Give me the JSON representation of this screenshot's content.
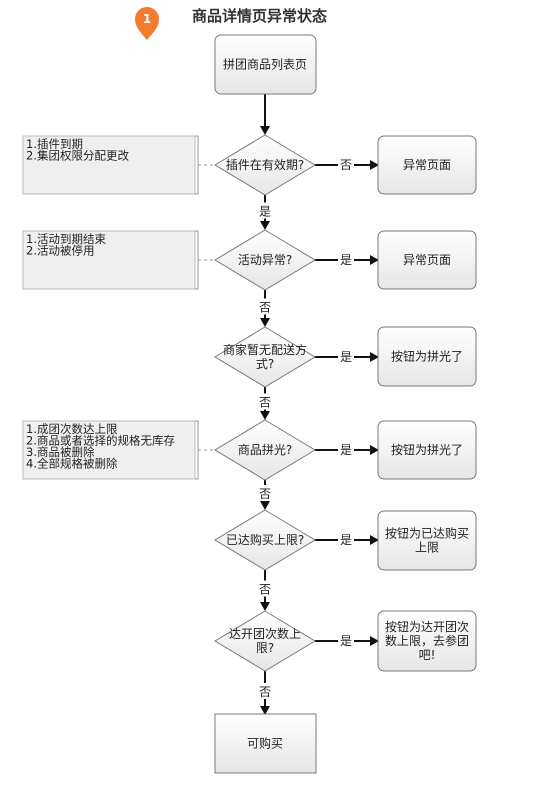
{
  "title": "商品详情页异常状态",
  "badge": "1",
  "colors": {
    "badge": "#F47B2C",
    "box_fill_top": "#FFFFFF",
    "box_fill_bottom": "#E6E6E6",
    "box_stroke": "#7A7A7A",
    "note_fill": "#EFEFEF",
    "arrow": "#111111"
  },
  "start": {
    "label": "拼团商品列表页"
  },
  "decisions": [
    {
      "lines": [
        "插件在有效期?"
      ],
      "right_label": "否",
      "down_label": "是",
      "result": [
        "异常页面"
      ]
    },
    {
      "lines": [
        "活动异常?"
      ],
      "right_label": "是",
      "down_label": "否",
      "result": [
        "异常页面"
      ]
    },
    {
      "lines": [
        "商家暂无配送方",
        "式?"
      ],
      "right_label": "是",
      "down_label": "否",
      "result": [
        "按钮为拼光了"
      ]
    },
    {
      "lines": [
        "商品拼光?"
      ],
      "right_label": "是",
      "down_label": "否",
      "result": [
        "按钮为拼光了"
      ]
    },
    {
      "lines": [
        "已达购买上限?"
      ],
      "right_label": "是",
      "down_label": "否",
      "result": [
        "按钮为已达购买",
        "上限"
      ]
    },
    {
      "lines": [
        "达开团次数上",
        "限?"
      ],
      "right_label": "是",
      "down_label": "否",
      "result": [
        "按钮为达开团次",
        "数上限，去参团",
        "吧!"
      ]
    }
  ],
  "end": {
    "label": "可购买"
  },
  "notes": [
    {
      "for_decision": 0,
      "lines": [
        "1.插件到期",
        "2.集团权限分配更改"
      ]
    },
    {
      "for_decision": 1,
      "lines": [
        "1.活动到期结束",
        "2.活动被停用"
      ]
    },
    {
      "for_decision": 3,
      "lines": [
        "1.成团次数达上限",
        "2.商品或者选择的规格无库存",
        "3.商品被删除",
        "4.全部规格被删除"
      ]
    }
  ]
}
